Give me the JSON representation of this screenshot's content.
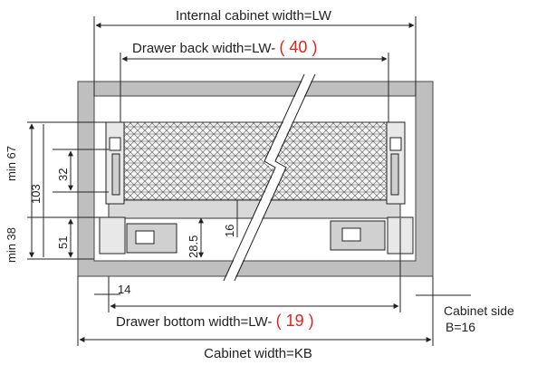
{
  "labels": {
    "internal_width": "Internal cabinet width=LW",
    "back_width_prefix": "Drawer back width=LW-",
    "back_width_value": "( 40 )",
    "bottom_width_prefix": "Drawer bottom width=LW-",
    "bottom_width_value": "( 19 )",
    "cabinet_width": "Cabinet width=KB",
    "cabinet_side_1": "Cabinet side",
    "cabinet_side_2": "B=16"
  },
  "dimensions": {
    "min67": "min 67",
    "min38": "min 38",
    "d103": "103",
    "d32": "32",
    "d51": "51",
    "d28_5": "28.5",
    "d16": "16",
    "d14": "14"
  },
  "colors": {
    "cabinet": "#bfbfbf",
    "accent": "#e5231b",
    "line": "#222222"
  }
}
